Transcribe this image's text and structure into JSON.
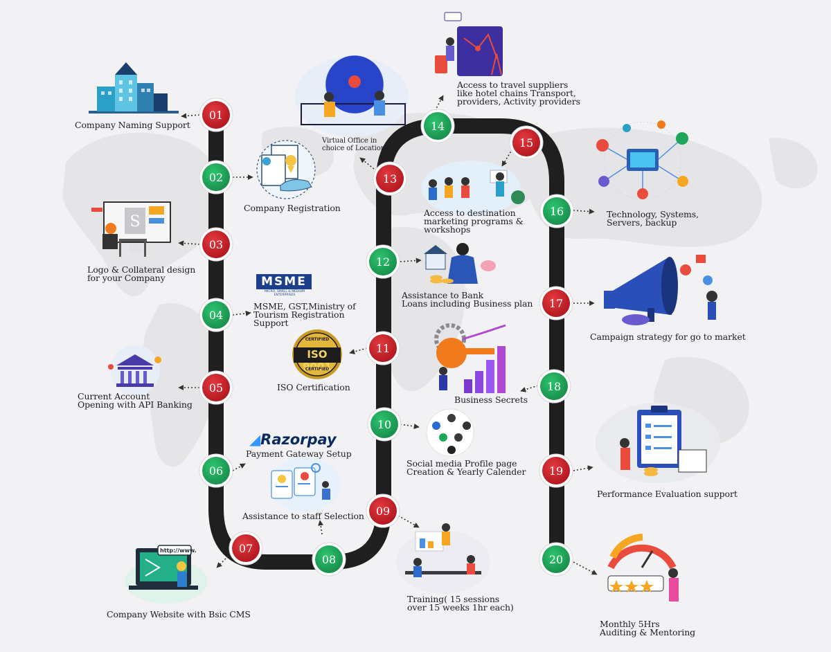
{
  "colors": {
    "red": "#c81e28",
    "green": "#1ea65a",
    "track": "#1f1f1f",
    "bg": "#f2f2f4",
    "map": "#e6e6e9"
  },
  "steps": [
    {
      "num": "01",
      "color": "red",
      "label": "Company Naming Support"
    },
    {
      "num": "02",
      "color": "green",
      "label": "Company Registration"
    },
    {
      "num": "03",
      "color": "red",
      "label": "Logo & Collateral design\nfor your Company"
    },
    {
      "num": "04",
      "color": "green",
      "label": "MSME, GST,Ministry of\nTourism Registration\nSupport"
    },
    {
      "num": "05",
      "color": "red",
      "label": "Current Account\nOpening with API Banking"
    },
    {
      "num": "06",
      "color": "green",
      "label": "Payment Gateway Setup"
    },
    {
      "num": "07",
      "color": "red",
      "label": "Company Website with Bsic CMS"
    },
    {
      "num": "08",
      "color": "green",
      "label": "Assistance to staff Selection"
    },
    {
      "num": "09",
      "color": "red",
      "label": "Training( 15 sessions\nover 15 weeks 1hr each)"
    },
    {
      "num": "10",
      "color": "green",
      "label": "Social media Profile page\nCreation & Yearly Calender"
    },
    {
      "num": "11",
      "color": "red",
      "label": "ISO Certification"
    },
    {
      "num": "12",
      "color": "green",
      "label": "Assistance to Bank\nLoans including Business plan"
    },
    {
      "num": "13",
      "color": "red",
      "label": "Virtual Office in\nchoice of  Locations"
    },
    {
      "num": "14",
      "color": "green",
      "label": "Access to travel suppliers\nlike hotel chains Transport,\nproviders, Activity providers"
    },
    {
      "num": "15",
      "color": "red",
      "label": "Access to destination\nmarketing programs &\nworkshops"
    },
    {
      "num": "16",
      "color": "green",
      "label": "Technology, Systems,\nServers, backup"
    },
    {
      "num": "17",
      "color": "red",
      "label": "Campaign strategy for go to market"
    },
    {
      "num": "18",
      "color": "green",
      "label": "Business Secrets"
    },
    {
      "num": "19",
      "color": "red",
      "label": "Performance Evaluation support"
    },
    {
      "num": "20",
      "color": "green",
      "label": "Monthly 5Hrs\nAuditing & Mentoring"
    }
  ],
  "logos": {
    "msme": "MSME",
    "msme_sub": "MICRO, SMALL & MEDIUM ENTERPRISES",
    "razorpay": "Razorpay",
    "iso_top": "CERTIFIED",
    "iso_main": "ISO 9001",
    "iso_bottom": "CERTIFIED",
    "browser_url": "http://www."
  }
}
